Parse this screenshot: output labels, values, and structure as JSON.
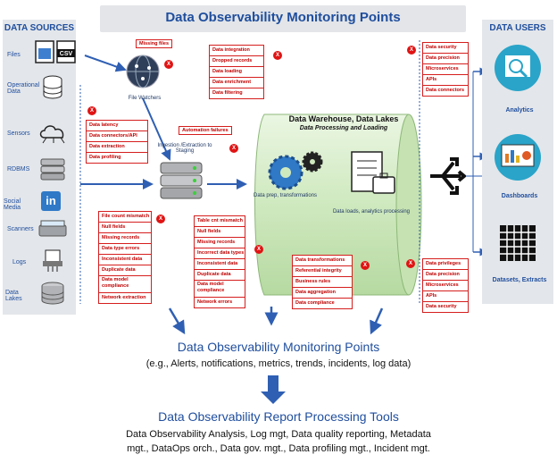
{
  "header": {
    "title": "Data Observability Monitoring Points"
  },
  "sources": {
    "heading": "DATA SOURCES",
    "items": [
      "Files",
      "Operational Data",
      "Sensors",
      "RDBMS",
      "Social Media",
      "Scanners",
      "Logs",
      "Data Lakes"
    ],
    "csv_label": "CSV"
  },
  "users": {
    "heading": "DATA USERS",
    "items": [
      "Analytics",
      "Dashboards",
      "Datasets, Extracts"
    ]
  },
  "file_watchers": {
    "label": "File Watchers",
    "callout": "Missing files"
  },
  "ingestion": {
    "label": "Ingestion /Extraction to Staging",
    "callout": "Automation failures"
  },
  "warehouse": {
    "title": "Data Warehouse, Data Lakes",
    "subtitle": "Data Processing and Loading",
    "prep_label": "Data prep, transformations",
    "loads_label": "Data loads, analytics processing"
  },
  "x_mark": "X",
  "issue_lists": {
    "source_issues": [
      "Data latency",
      "Data connectors/API",
      "Data extraction",
      "Data profiling"
    ],
    "staging_issues": [
      "File count mismatch",
      "Null fields",
      "Missing records",
      "Data type errors",
      "Inconsistent data",
      "Duplicate data",
      "Data model compliance",
      "Network extraction"
    ],
    "top_processing": [
      "Data integration",
      "Dropped records",
      "Data loading",
      "Data enrichment",
      "Data filtering"
    ],
    "staging_db_issues": [
      "Table cnt mismatch",
      "Null fields",
      "Missing records",
      "Incorrect data types",
      "Inconsistent data",
      "Duplicate data",
      "Data model compliance",
      "Network errors"
    ],
    "transform_issues": [
      "Data transformations",
      "Referential integrity",
      "Business rules",
      "Data aggregation",
      "Data compliance"
    ],
    "users_top": [
      "Data security",
      "Data precision",
      "Microservices",
      "APIs",
      "Data connectors"
    ],
    "users_bottom": [
      "Data privileges",
      "Data precision",
      "Microservices",
      "APIs",
      "Data security"
    ]
  },
  "footer": {
    "title1": "Data Observability Monitoring Points",
    "sub1": "(e.g., Alerts, notifications, metrics, trends, incidents, log data)",
    "title2": "Data Observability Report Processing Tools",
    "line1": "Data Observability Analysis, Log mgt, Data quality reporting, Metadata",
    "line2": "mgt., DataOps orch., Data gov. mgt., Data profiling mgt., Incident mgt."
  },
  "colors": {
    "accent": "#1f4e9e",
    "alert": "#d61e1e",
    "cylinder": "#d5ecc7",
    "panel": "#e3e6ea"
  }
}
